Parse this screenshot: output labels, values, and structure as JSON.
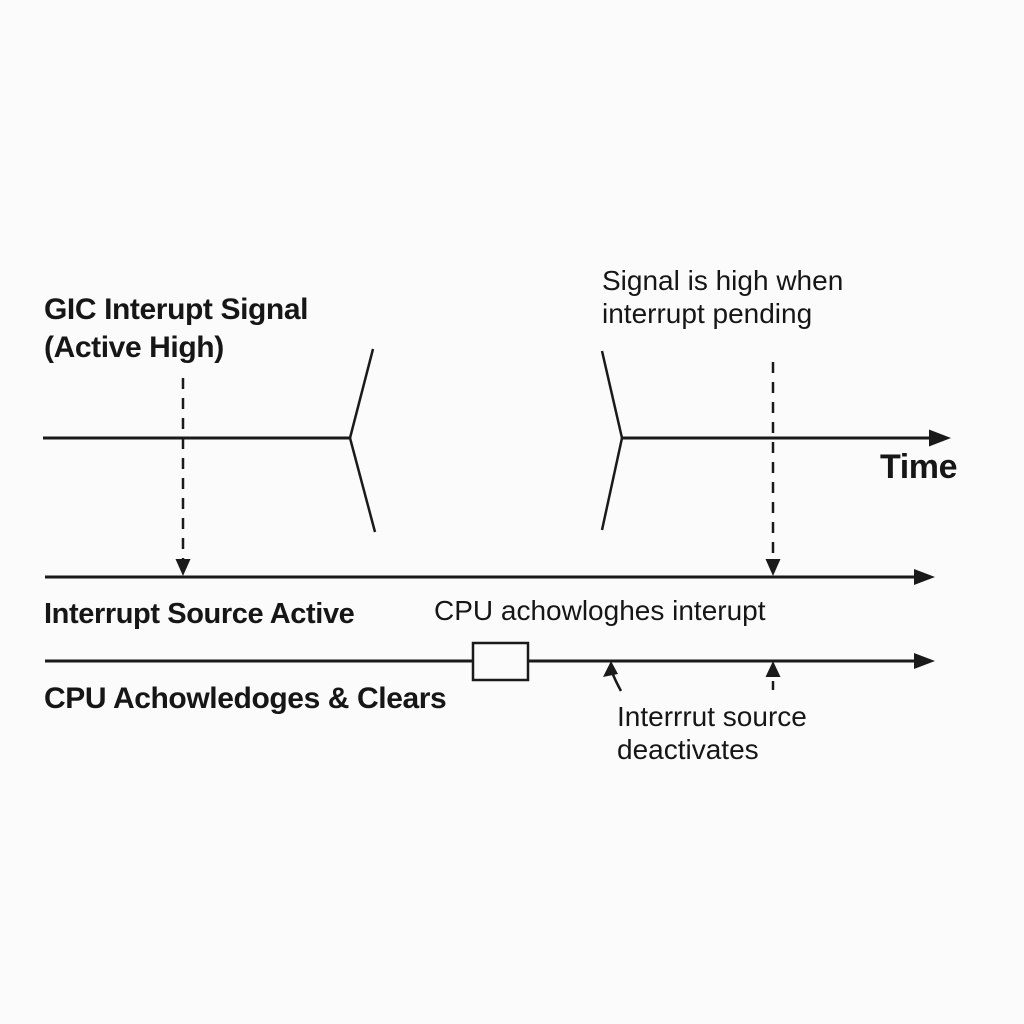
{
  "diagram": {
    "kind": "interrupt-timing-diagram",
    "labels": {
      "gic_signal_title": "GIC Interupt Signal\n(Active High)",
      "pending_note": "Signal is high when\ninterrupt pending",
      "time_axis": "Time",
      "interrupt_source_active": "Interrupt Source Active",
      "cpu_ack_note": "CPU achowloghes interupt",
      "cpu_ack_clears": "CPU Achowledoges & Clears",
      "deactivates_note": "Interrrut source\ndeactivates"
    },
    "colors": {
      "ink": "#1a1a1a",
      "background": "#fbfbfb"
    }
  }
}
